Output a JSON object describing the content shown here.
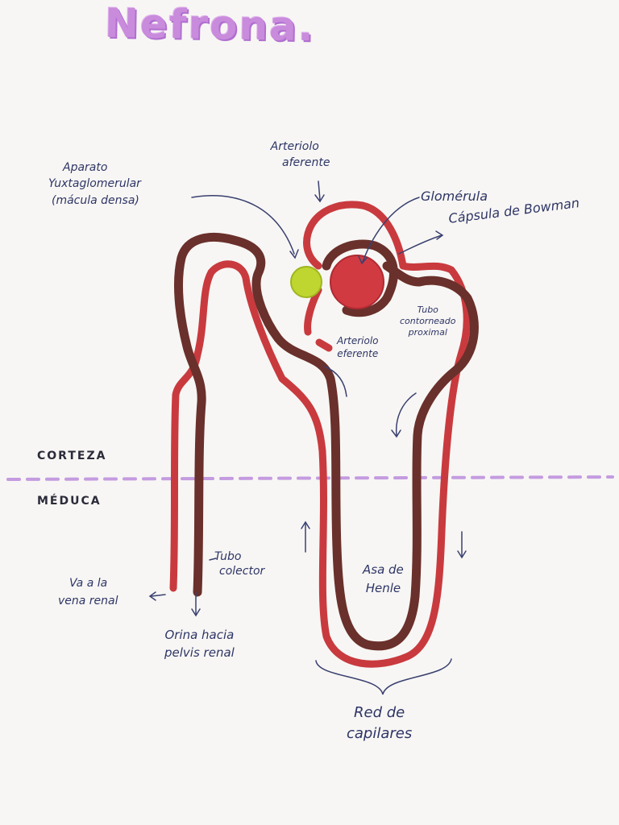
{
  "title": "Nefrona.",
  "colors": {
    "vessel": "#c93a3e",
    "tubule": "#6a302b",
    "macula": "#bfd630",
    "zone_line": "#c49be0",
    "ink": "#2e3566"
  },
  "zones": {
    "upper": "CORTEZA",
    "lower": "MÉDUCA"
  },
  "labels": {
    "aparato": [
      "Aparato",
      "Yuxtaglomerular",
      "(mácula densa)"
    ],
    "arteriola_top": [
      "Arteriolo",
      "aferente"
    ],
    "glomerulo": "Glomérula",
    "capsula": "Cápsula de Bowman",
    "tubo_proximal": [
      "Tubo",
      "contorneado",
      "proximal"
    ],
    "arteriola_bottom": [
      "Arteriolo",
      "eferente"
    ],
    "tubo_colector": [
      "Tubo",
      "colector"
    ],
    "vena": [
      "Va a la",
      "vena renal"
    ],
    "orina": [
      "Orina hacia",
      "pelvis renal"
    ],
    "asa": [
      "Asa de",
      "Henle"
    ],
    "red": [
      "Red de",
      "capilares"
    ]
  }
}
